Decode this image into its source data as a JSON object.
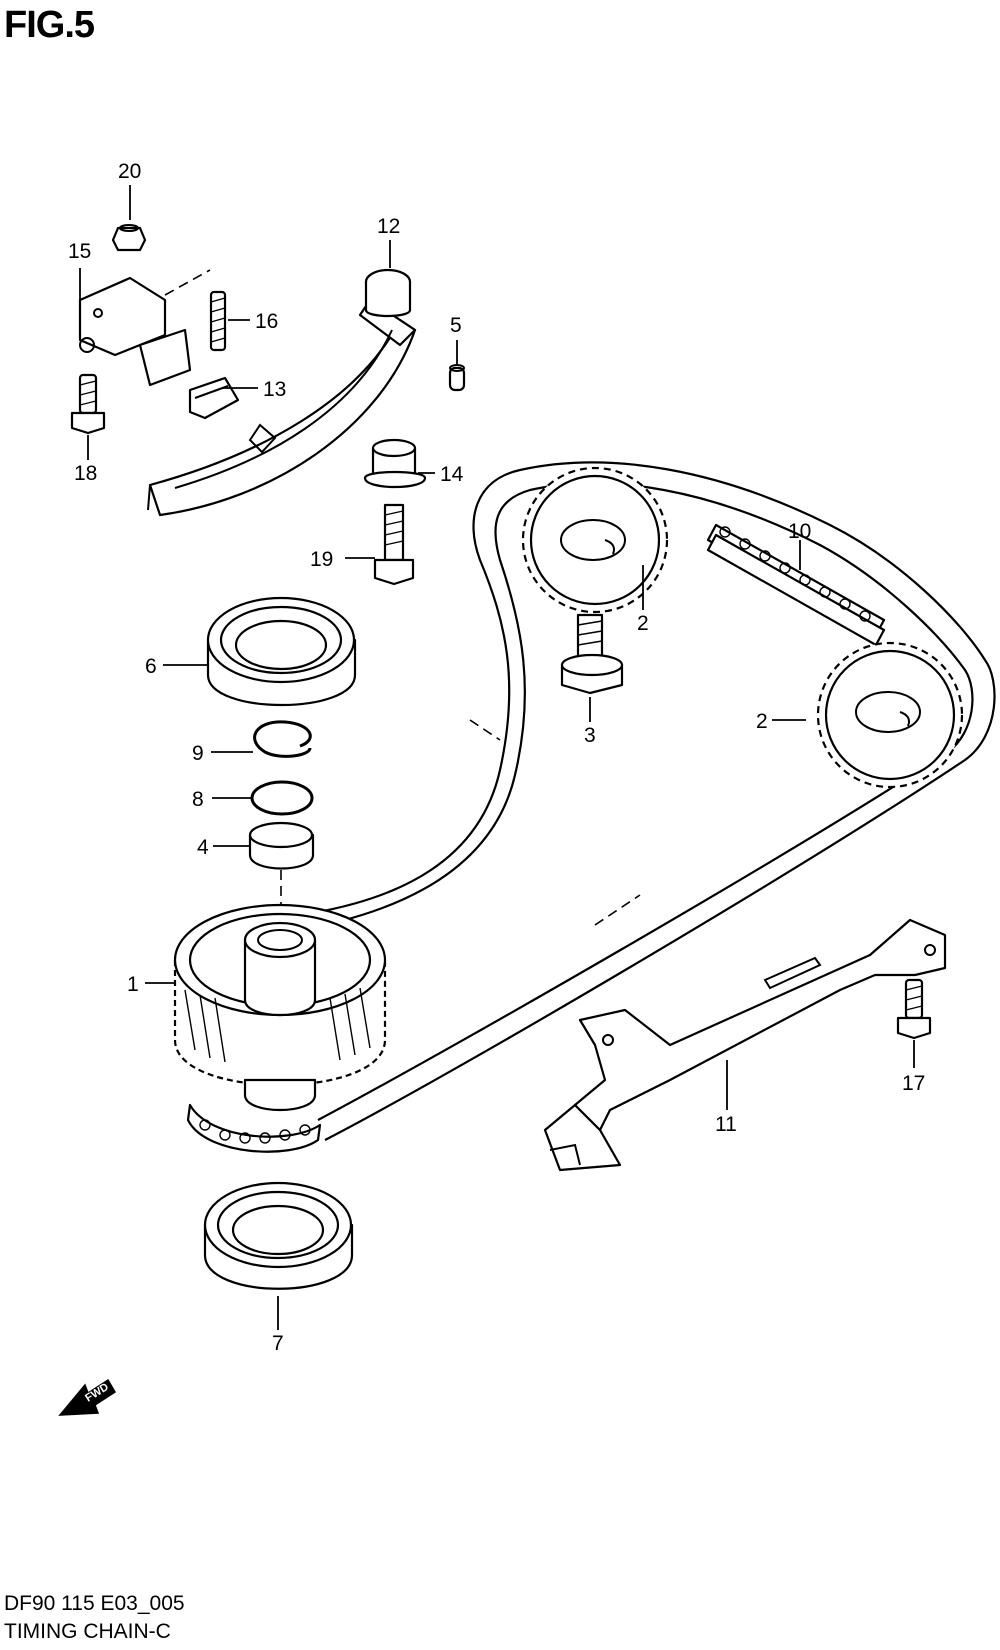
{
  "figure": {
    "title": "FIG.5",
    "code": "DF90 115 E03_005",
    "name": "TIMING CHAIN-C",
    "fwd_label": "FWD"
  },
  "callouts": [
    {
      "id": "1",
      "label": "1"
    },
    {
      "id": "2a",
      "label": "2"
    },
    {
      "id": "2b",
      "label": "2"
    },
    {
      "id": "3",
      "label": "3"
    },
    {
      "id": "4",
      "label": "4"
    },
    {
      "id": "5",
      "label": "5"
    },
    {
      "id": "6",
      "label": "6"
    },
    {
      "id": "7",
      "label": "7"
    },
    {
      "id": "8",
      "label": "8"
    },
    {
      "id": "9",
      "label": "9"
    },
    {
      "id": "10",
      "label": "10"
    },
    {
      "id": "11",
      "label": "11"
    },
    {
      "id": "12",
      "label": "12"
    },
    {
      "id": "13",
      "label": "13"
    },
    {
      "id": "14",
      "label": "14"
    },
    {
      "id": "15",
      "label": "15"
    },
    {
      "id": "16",
      "label": "16"
    },
    {
      "id": "17",
      "label": "17"
    },
    {
      "id": "18",
      "label": "18"
    },
    {
      "id": "19",
      "label": "19"
    },
    {
      "id": "20",
      "label": "20"
    }
  ]
}
